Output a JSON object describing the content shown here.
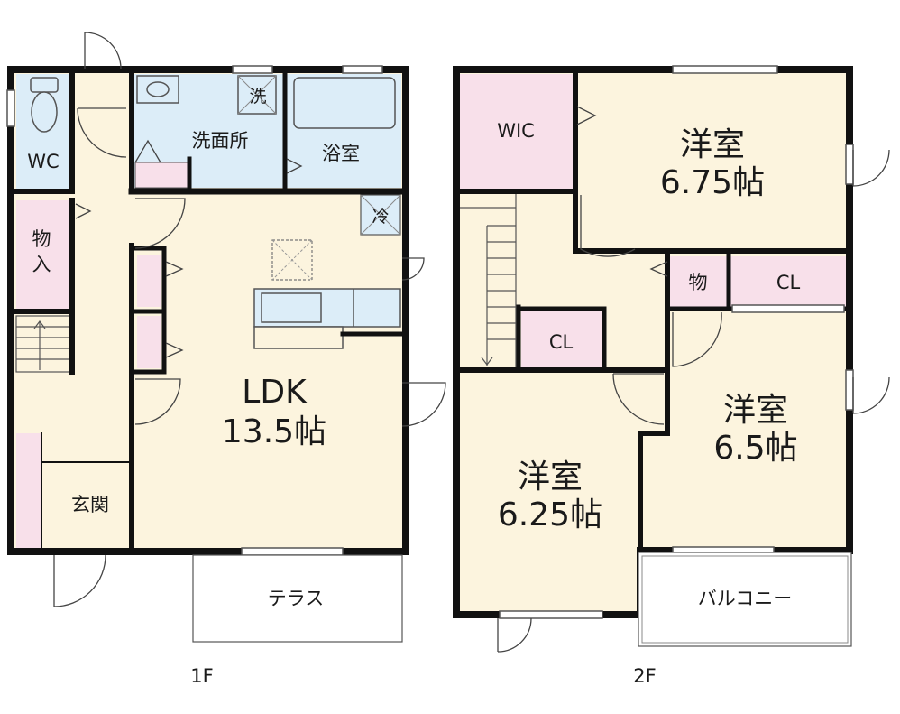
{
  "floor1": {
    "label": "1F",
    "rooms": {
      "wc": "WC",
      "storage_1": "物",
      "storage_2": "入",
      "washroom": "洗面所",
      "bath": "浴室",
      "wash_mark": "洗",
      "fridge_mark": "冷",
      "ldk_name": "LDK",
      "ldk_size": "13.5帖",
      "entrance": "玄関",
      "terrace": "テラス"
    }
  },
  "floor2": {
    "label": "2F",
    "rooms": {
      "wic": "WIC",
      "room_a_name": "洋室",
      "room_a_size": "6.75帖",
      "storage": "物",
      "cl_right": "CL",
      "cl_hall": "CL",
      "room_b_name": "洋室",
      "room_b_size": "6.5帖",
      "room_c_name": "洋室",
      "room_c_size": "6.25帖",
      "balcony": "バルコニー"
    }
  },
  "colors": {
    "wall": "#111111",
    "floor": "#fcf4de",
    "wet": "#dcedf8",
    "closet": "#f8e0ea",
    "terrace": "#ffffff"
  }
}
